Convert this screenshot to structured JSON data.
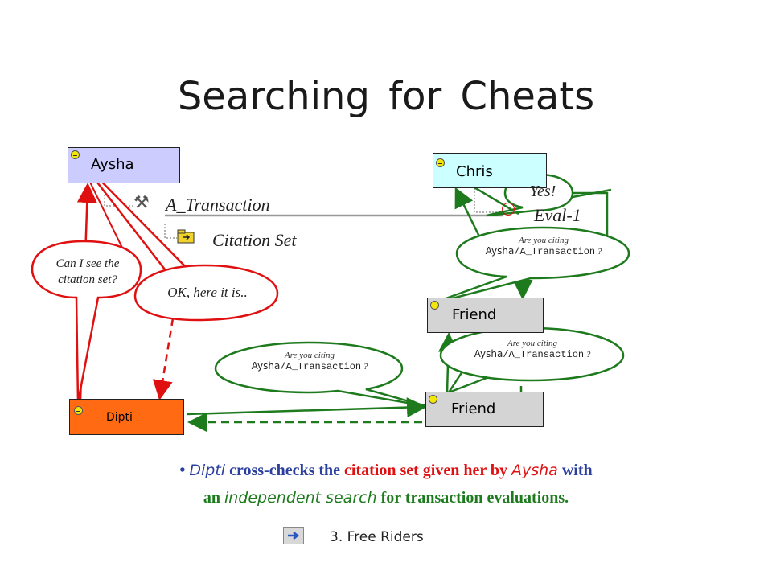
{
  "slide": {
    "title": "Searching  for  Cheats",
    "footer_label": "3. Free Riders",
    "footer_icon": "next-arrow-icon"
  },
  "nodes": {
    "aysha": "Aysha",
    "chris": "Chris",
    "dipti": "Dipti",
    "friend_top": "Friend",
    "friend_bottom": "Friend"
  },
  "labels": {
    "a_transaction": "A_Transaction",
    "citation_set": "Citation Set",
    "eval": "Eval-1"
  },
  "bubbles": {
    "can_i_see": "Can I see the citation set?",
    "ok_here": "OK, here it is..",
    "yes": "Yes!",
    "query_prefix": "Are you citing",
    "query_name": "Aysha",
    "query_path": "/A_Transaction",
    "query_suffix": " ?"
  },
  "caption": {
    "bullet": "•",
    "dipti": "Dipti",
    "cross_checks": " cross-checks the ",
    "citation_set": "citation set given her by ",
    "aysha": "Aysha",
    "with": " with",
    "an": "an ",
    "independent": "independent search",
    "rest": " for transaction evaluations."
  },
  "colors": {
    "aysha_box": "#ccccff",
    "chris_box": "#ccffff",
    "dipti_box": "#ff6a13",
    "friend_box": "#d4d4d4",
    "red": "#e01010",
    "green": "#1d7a1d",
    "blue": "#2a3fa0"
  }
}
